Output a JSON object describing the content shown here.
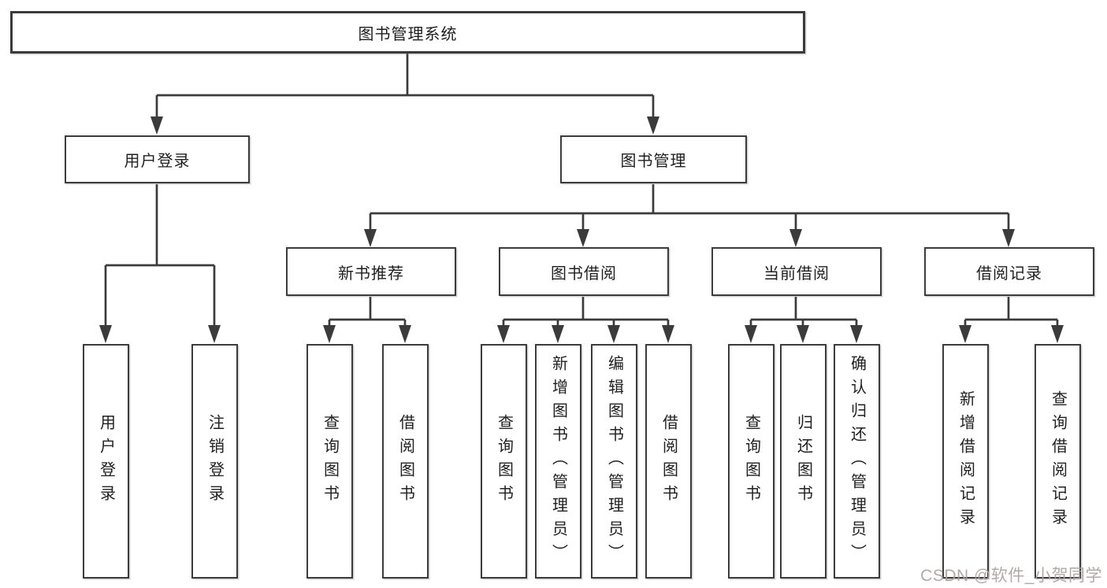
{
  "colors": {
    "line": "#3b3b3b",
    "text": "#1f1f1f",
    "bg": "#ffffff",
    "watermark": "#aca1a1"
  },
  "tree": {
    "label": "图书管理系统",
    "children": [
      {
        "label": "用户登录",
        "children": [
          {
            "label": "用户登录"
          },
          {
            "label": "注销登录"
          }
        ]
      },
      {
        "label": "图书管理",
        "children": [
          {
            "label": "新书推荐",
            "children": [
              {
                "label": "查询图书"
              },
              {
                "label": "借阅图书"
              }
            ]
          },
          {
            "label": "图书借阅",
            "children": [
              {
                "label": "查询图书"
              },
              {
                "label": "新增图书（管理员）"
              },
              {
                "label": "编辑图书（管理员）"
              },
              {
                "label": "借阅图书"
              }
            ]
          },
          {
            "label": "当前借阅",
            "children": [
              {
                "label": "查询图书"
              },
              {
                "label": "归还图书"
              },
              {
                "label": "确认归还（管理员）"
              }
            ]
          },
          {
            "label": "借阅记录",
            "children": [
              {
                "label": "新增借阅记录"
              },
              {
                "label": "查询借阅记录"
              }
            ]
          }
        ]
      }
    ]
  },
  "watermark": {
    "text": "CSDN @软件_小贺同学"
  }
}
